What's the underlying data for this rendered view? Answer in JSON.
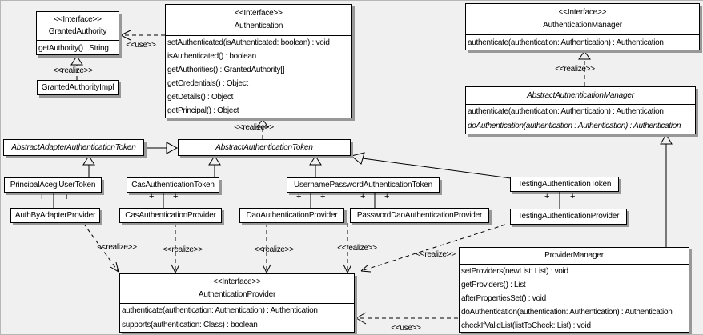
{
  "diagram": {
    "background_color": "#f0f0f0",
    "box_fill_color": "#ffffff",
    "line_color": "#000000",
    "shadow_color": "#989898"
  },
  "classes": [
    {
      "id": "granted-authority",
      "stereotype": "<<Interface>>",
      "name": "GrantedAuthority",
      "methods": [
        "getAuthority() : String"
      ]
    },
    {
      "id": "granted-authority-impl",
      "name": "GrantedAuthorityImpl"
    },
    {
      "id": "authentication",
      "stereotype": "<<Interface>>",
      "name": "Authentication",
      "methods": [
        "setAuthenticated(isAuthenticated: boolean) : void",
        "isAuthenticated() : boolean",
        "getAuthorities() : GrantedAuthority[]",
        "getCredentials() : Object",
        "getDetails() : Object",
        "getPrincipal() : Object"
      ]
    },
    {
      "id": "authentication-manager",
      "stereotype": "<<Interface>>",
      "name": "AuthenticationManager",
      "methods": [
        "authenticate(authentication: Authentication) : Authentication"
      ]
    },
    {
      "id": "abstract-authentication-manager",
      "name": "AbstractAuthenticationManager",
      "methods": [
        "authenticate(authentication: Authentication) : Authentication",
        "doAuthentication(authentication : Authentication) : Authentication"
      ]
    },
    {
      "id": "abstract-adapter-authentication-token",
      "name": "AbstractAdapterAuthenticationToken"
    },
    {
      "id": "abstract-authentication-token",
      "name": "AbstractAuthenticationToken"
    },
    {
      "id": "principal-acegi-user-token",
      "name": "PrincipalAcegiUserToken"
    },
    {
      "id": "cas-authentication-token",
      "name": "CasAuthenticationToken"
    },
    {
      "id": "username-password-authentication-token",
      "name": "UsernamePasswordAuthenticationToken"
    },
    {
      "id": "testing-authentication-token",
      "name": "TestingAuthenticationToken"
    },
    {
      "id": "auth-by-adapter-provider",
      "name": "AuthByAdapterProvider"
    },
    {
      "id": "cas-authentication-provider",
      "name": "CasAuthenticationProvider"
    },
    {
      "id": "dao-authentication-provider",
      "name": "DaoAuthenticationProvider"
    },
    {
      "id": "password-dao-authentication-provider",
      "name": "PasswordDaoAuthenticationProvider"
    },
    {
      "id": "testing-authentication-provider",
      "name": "TestingAuthenticationProvider"
    },
    {
      "id": "authentication-provider",
      "stereotype": "<<Interface>>",
      "name": "AuthenticationProvider",
      "methods": [
        "authenticate(authentication: Authentication) : Authentication",
        "supports(authentication: Class) : boolean"
      ]
    },
    {
      "id": "provider-manager",
      "name": "ProviderManager",
      "methods": [
        "setProviders(newList: List) : void",
        "getProviders() : List",
        "afterPropertiesSet() : void",
        "doAuthentication(authentication: Authentication) : Authentication",
        "checkIfValidList(listToCheck: List) : void"
      ]
    }
  ],
  "edge_labels": {
    "use": "<<use>>",
    "realize": "<<realize>>",
    "plus": "+"
  }
}
